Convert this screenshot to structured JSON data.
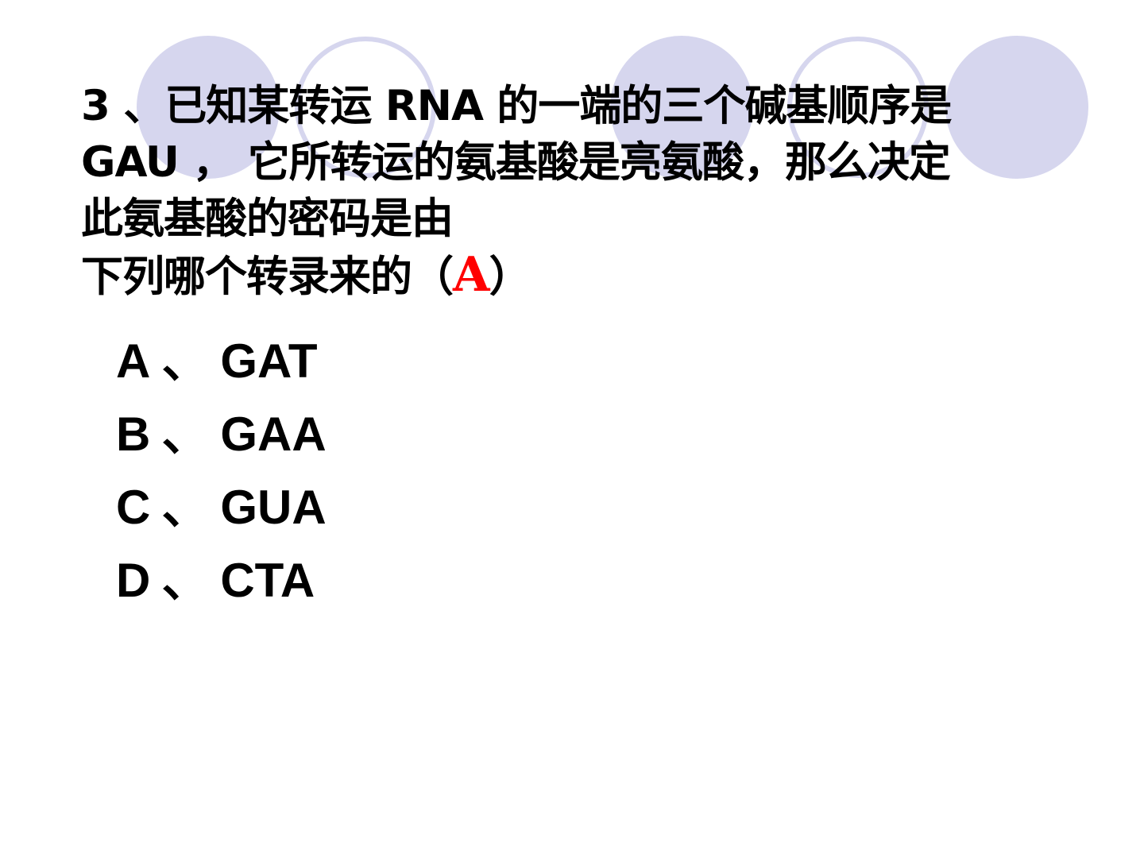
{
  "theme": {
    "circle_fill": "#d6d6ee",
    "circle_stroke": "#d6d6ee",
    "answer_color": "#ff0000"
  },
  "question": {
    "line1": "3 、已知某转运 RNA 的一端的三个碱基顺序是",
    "line2": "GAU ， 它所转运的氨基酸是亮氨酸，那么决定",
    "line3": "此氨基酸的密码是由",
    "line4_prefix": "下列哪个转录来的（",
    "answer": "A",
    "line4_suffix": "）"
  },
  "options": [
    {
      "letter": "A",
      "sep": "、",
      "value": "GAT"
    },
    {
      "letter": "B",
      "sep": "、",
      "value": "GAA"
    },
    {
      "letter": "C",
      "sep": "、",
      "value": "GUA"
    },
    {
      "letter": "D",
      "sep": "、",
      "value": "CTA"
    }
  ]
}
